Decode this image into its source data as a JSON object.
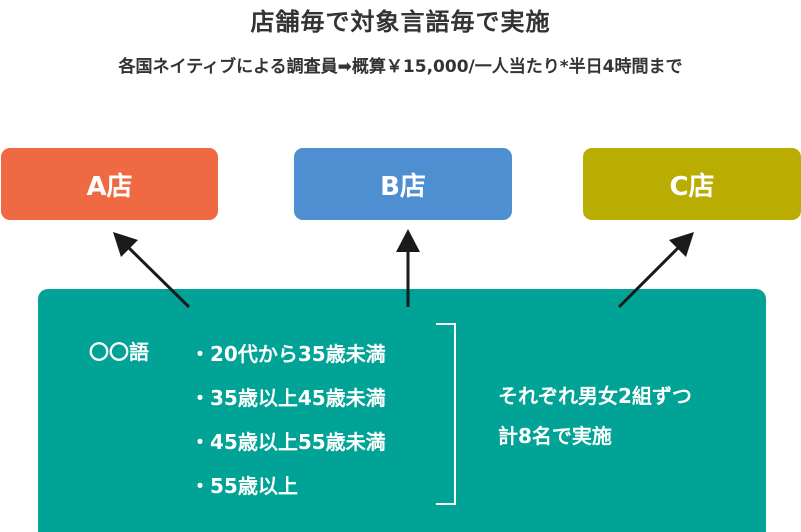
{
  "header": {
    "title": "店舗毎で対象言語毎で実施",
    "subtitle": "各国ネイティブによる調査員➡概算￥15,000/一人当たり*半日4時間まで"
  },
  "stores": [
    {
      "label": "A店",
      "color": "#ef6a43"
    },
    {
      "label": "B店",
      "color": "#4e8fd2"
    },
    {
      "label": "C店",
      "color": "#b8ad00"
    }
  ],
  "panel": {
    "color": "#00a396",
    "language": "〇〇語",
    "age_groups": [
      "・20代から35歳未満",
      "・35歳以上45歳未満",
      "・45歳以上55歳未満",
      "・55歳以上"
    ],
    "note_line1": "それぞれ男女2組ずつ",
    "note_line2": "計8名で実施"
  },
  "arrow_color": "#1a1a1a"
}
